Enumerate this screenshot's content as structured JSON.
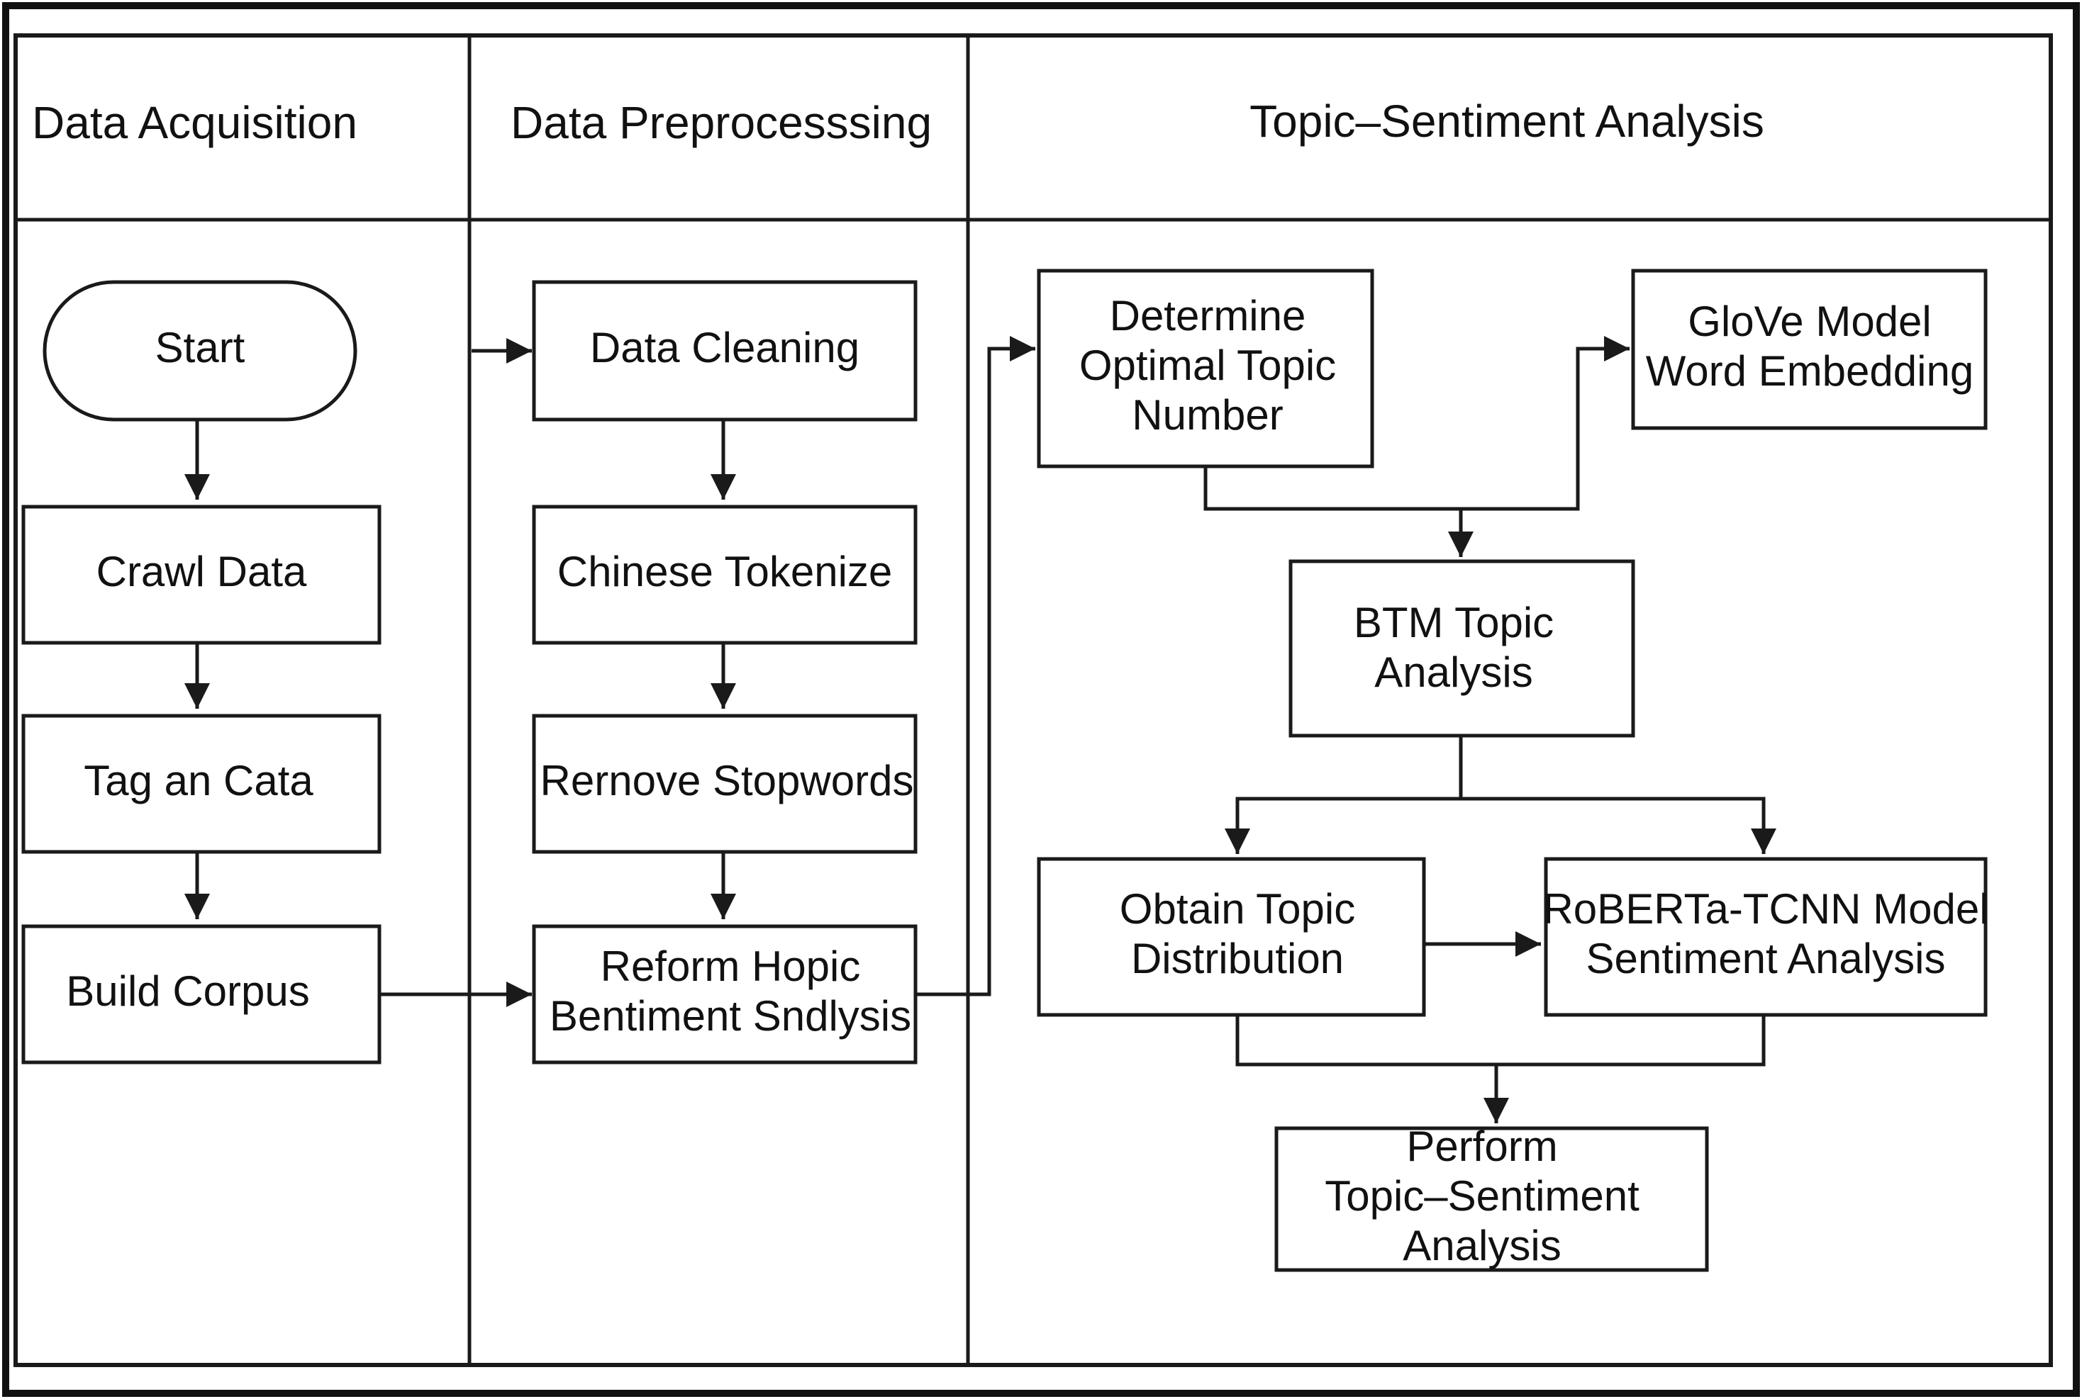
{
  "lanes": [
    {
      "id": "acquisition",
      "title": "Data Acquisition"
    },
    {
      "id": "preprocessing",
      "title": "Data Preprocesssing"
    },
    {
      "id": "analysis",
      "title": "Topic–Sentiment Analysis"
    }
  ],
  "nodes": {
    "start": {
      "lines": [
        "Start"
      ]
    },
    "crawl_data": {
      "lines": [
        "Crawl Data"
      ]
    },
    "tag_data": {
      "lines": [
        "Tag an Cata"
      ]
    },
    "build_corpus": {
      "lines": [
        "Build Corpus"
      ]
    },
    "data_cleaning": {
      "lines": [
        "Data Cleaning"
      ]
    },
    "chinese_tokenize": {
      "lines": [
        "Chinese Tokenize"
      ]
    },
    "remove_stopwords": {
      "lines": [
        "Rernove Stopwords"
      ]
    },
    "reform_topic": {
      "lines": [
        "Reform Hopic",
        "Bentiment Sndlysis"
      ]
    },
    "determine_topic_number": {
      "lines": [
        "Determine",
        "Optimal Topic",
        "Number"
      ]
    },
    "glove_model": {
      "lines": [
        "GloVe Model",
        "Word Embedding"
      ]
    },
    "btm_topic_analysis": {
      "lines": [
        "BTM Topic",
        "Analysis"
      ]
    },
    "obtain_topic_distribution": {
      "lines": [
        "Obtain Topic",
        "Distribution"
      ]
    },
    "roberta_tcnn": {
      "lines": [
        "RoBERTa-TCNN Model",
        "Sentiment Analysis"
      ]
    },
    "perform_analysis": {
      "lines": [
        "Perform",
        "Topic–Sentiment",
        "Analysis"
      ]
    }
  }
}
